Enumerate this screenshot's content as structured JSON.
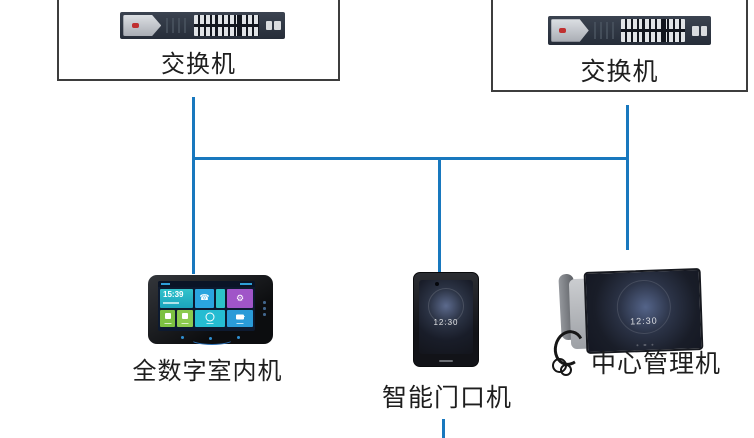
{
  "colors": {
    "line": "#1878be",
    "box_border": "#3d3d3d"
  },
  "nodes": {
    "switch_left": {
      "label": "交换机"
    },
    "switch_right": {
      "label": "交换机"
    },
    "indoor_station": {
      "label": "全数字室内机",
      "screen_time": "15:39"
    },
    "door_station": {
      "label": "智能门口机",
      "screen_time": "12:30"
    },
    "management_station": {
      "label": "中心管理机",
      "screen_time": "12:30"
    }
  },
  "icons": {
    "phone": "☎",
    "gear": "⚙"
  }
}
